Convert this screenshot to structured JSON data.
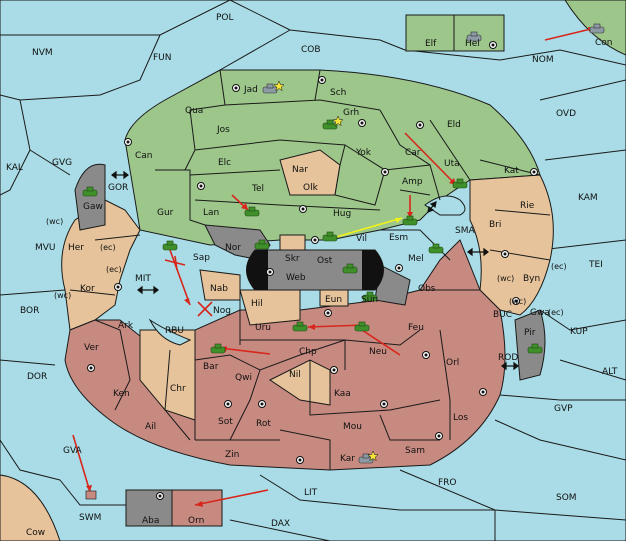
{
  "colors": {
    "sea": "#a9dce6",
    "green": "#9cc68a",
    "tan": "#e6c39a",
    "red": "#c78a80",
    "grey": "#8a8a8a",
    "black": "#111111",
    "tan_land": "#e6c39a",
    "arrow": "#d8261c",
    "support": "#f2f21a"
  },
  "sea_labels": {
    "POL": "POL",
    "NVM": "NVM",
    "FUN": "FUN",
    "COB": "COB",
    "NOM": "NOM",
    "OVD": "OVD",
    "KAL": "KAL",
    "GVG": "GVG",
    "GOR": "GOR",
    "KAM": "KAM",
    "MVU": "MVU",
    "SMA": "SMA",
    "TEI": "TEI",
    "MIT": "MIT",
    "BOR": "BOR",
    "RBU": "RBU",
    "BUC": "BUC",
    "KUP": "KUP",
    "DOR": "DOR",
    "ROD": "ROD",
    "ALT": "ALT",
    "GVP": "GVP",
    "GVA": "GVA",
    "FRO": "FRO",
    "SOM": "SOM",
    "SWM": "SWM",
    "LIT": "LIT",
    "DAX": "DAX"
  },
  "provinces": {
    "Elf": "Elf",
    "Hel": "Hel",
    "Con": "Con",
    "Jad": "Jad",
    "Sch": "Sch",
    "Qua": "Qua",
    "Grh": "Grh",
    "Jos": "Jos",
    "Eld": "Eld",
    "Can": "Can",
    "Yok": "Yok",
    "Car": "Car",
    "Uta": "Uta",
    "Kat": "Kat",
    "Elc": "Elc",
    "Nar": "Nar",
    "Tel": "Tel",
    "Olk": "Olk",
    "Amp": "Amp",
    "Gaw": "Gaw",
    "Gur": "Gur",
    "Lan": "Lan",
    "Hug": "Hug",
    "Rie": "Rie",
    "Bri": "Bri",
    "Her": "Her",
    "Nor": "Nor",
    "Vil": "Vil",
    "Esm": "Esm",
    "Skr": "Skr",
    "Ost": "Ost",
    "Mel": "Mel",
    "Sap": "Sap",
    "Web": "Web",
    "Byn": "Byn",
    "Kor": "Kor",
    "Nab": "Nab",
    "Obs": "Obs",
    "Eun": "Eun",
    "Sun": "Sun",
    "Hil": "Hil",
    "Gwa": "Gwa",
    "Ark": "Ark",
    "Nog": "Nog",
    "Uru": "Uru",
    "Feu": "Feu",
    "Pir": "Pir",
    "Ver": "Ver",
    "Chp": "Chp",
    "Neu": "Neu",
    "Bar": "Bar",
    "Qwi": "Qwi",
    "Orl": "Orl",
    "Ken": "Ken",
    "Chr": "Chr",
    "Nil": "Nil",
    "Kaa": "Kaa",
    "Sot": "Sot",
    "Rot": "Rot",
    "Ail": "Ail",
    "Mou": "Mou",
    "Los": "Los",
    "Zin": "Zin",
    "Kar": "Kar",
    "Sam": "Sam",
    "Aba": "Aba",
    "Orn": "Orn",
    "Cow": "Cow"
  },
  "coast_tags": {
    "wc1": "(wc)",
    "ec1": "(ec)",
    "ec2": "(ec)",
    "wc2": "(wc)",
    "wc3": "(wc)",
    "ec3": "(ec)",
    "wc4": "(wc)",
    "ec4": "(ec)"
  }
}
